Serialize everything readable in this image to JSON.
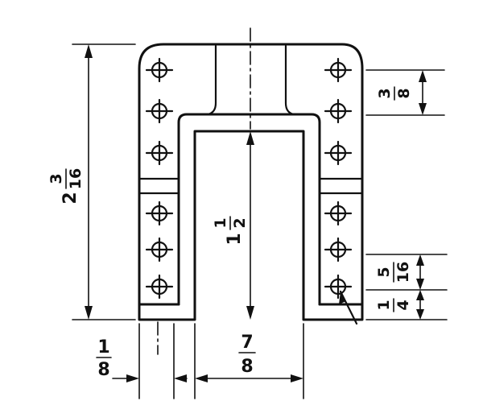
{
  "dimensions": {
    "overall_height": {
      "whole": "2",
      "num": "3",
      "den": "16"
    },
    "inner_height": {
      "whole": "1",
      "num": "1",
      "den": "2"
    },
    "hole_pitch": {
      "num": "3",
      "den": "8"
    },
    "lower_hole_pitch": {
      "num": "5",
      "den": "16"
    },
    "bottom_offset": {
      "num": "1",
      "den": "4"
    },
    "wall_thickness": {
      "num": "1",
      "den": "8"
    },
    "slot_width": {
      "num": "7",
      "den": "8"
    }
  },
  "colors": {
    "ink": "#111111",
    "paper": "#ffffff"
  },
  "hole_count_per_side": 6,
  "hole_symbol": "crosshair-circle"
}
